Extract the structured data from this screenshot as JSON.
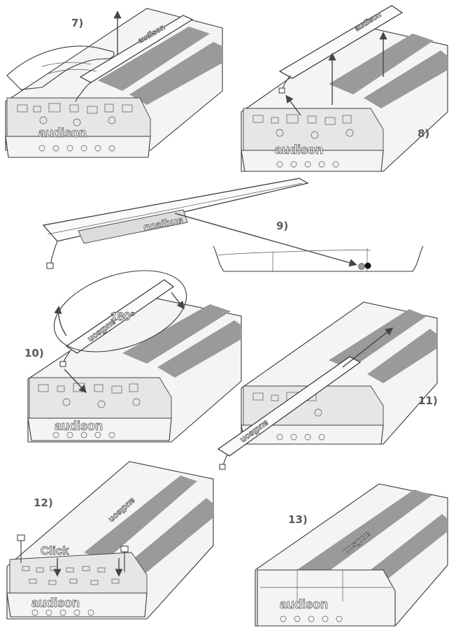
{
  "steps": {
    "s7": "7)",
    "s8": "8)",
    "s9": "9)",
    "s10": "10)",
    "s11": "11)",
    "s12": "12)",
    "s13": "13)"
  },
  "brand": "audison",
  "labels": {
    "rotation": "180°",
    "click": "Click"
  }
}
